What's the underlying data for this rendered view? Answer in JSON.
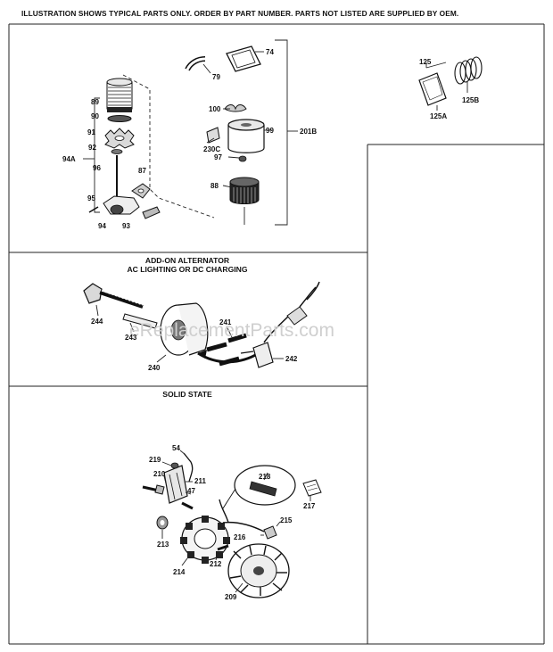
{
  "header": {
    "notice": "ILLUSTRATION SHOWS TYPICAL PARTS ONLY. ORDER BY PART NUMBER. PARTS NOT LISTED ARE SUPPLIED BY OEM."
  },
  "watermark": "eReplacementParts.com",
  "sections": {
    "alternator": {
      "title_1": "ADD-ON ALTERNATOR",
      "title_2": "AC LIGHTING OR DC CHARGING"
    },
    "solid_state": {
      "title": "SOLID STATE"
    }
  },
  "parts": {
    "p74": "74",
    "p79": "79",
    "p89": "89",
    "p90": "90",
    "p91": "91",
    "p92": "92",
    "p94A": "94A",
    "p96": "96",
    "p87": "87",
    "p95": "95",
    "p94": "94",
    "p93": "93",
    "p100": "100",
    "p99": "99",
    "p201B": "201B",
    "p230C": "230C",
    "p97": "97",
    "p88": "88",
    "p125": "125",
    "p125A": "125A",
    "p125B": "125B",
    "p244": "244",
    "p243": "243",
    "p241": "241",
    "p240": "240",
    "p242": "242",
    "p54": "54",
    "p219": "219",
    "p210": "210",
    "p211": "211",
    "p47": "47",
    "p218": "218",
    "p217": "217",
    "p215": "215",
    "p216": "216",
    "p213": "213",
    "p212": "212",
    "p214": "214",
    "p209": "209"
  }
}
